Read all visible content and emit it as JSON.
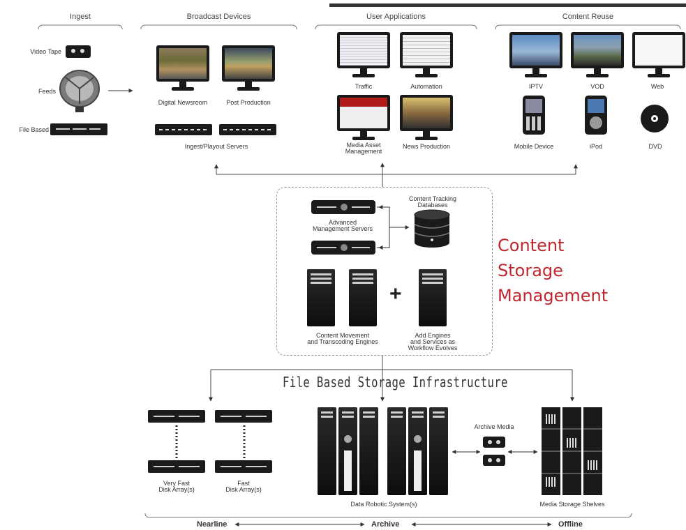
{
  "sections": {
    "ingest": "Ingest",
    "broadcast": "Broadcast Devices",
    "user_apps": "User Applications",
    "reuse": "Content Reuse"
  },
  "ingest": {
    "video_tape": "Video Tape",
    "feeds": "Feeds",
    "file_based": "File Based"
  },
  "broadcast": {
    "newsroom": "Digital Newsroom",
    "post": "Post Production",
    "servers": "Ingest/Playout Servers"
  },
  "apps": {
    "traffic": "Traffic",
    "automation": "Automation",
    "mam_1": "Media Asset",
    "mam_2": "Management",
    "news": "News Production"
  },
  "reuse": {
    "iptv": "IPTV",
    "vod": "VOD",
    "web": "Web",
    "mobile": "Mobile Device",
    "ipod": "iPod",
    "dvd": "DVD"
  },
  "csm": {
    "adv_1": "Advanced",
    "adv_2": "Management Servers",
    "db_1": "Content Tracking",
    "db_2": "Databases",
    "move_1": "Content Movement",
    "move_2": "and Transcoding Engines",
    "add_1": "Add Engines",
    "add_2": "and Services as",
    "add_3": "Workflow Evolves",
    "plus": "+",
    "title_1": "Content",
    "title_2": "Storage",
    "title_3": "Management"
  },
  "storage": {
    "title": "File Based Storage Infrastructure",
    "very_fast_1": "Very Fast",
    "very_fast_2": "Disk Array(s)",
    "fast_1": "Fast",
    "fast_2": "Disk Array(s)",
    "robotic": "Data Robotic System(s)",
    "archive_media": "Archive Media",
    "shelves": "Media Storage Shelves"
  },
  "scale": {
    "nearline": "Nearline",
    "archive": "Archive",
    "offline": "Offline"
  },
  "colors": {
    "accent": "#c0272d",
    "device": "#1a1a1a"
  }
}
